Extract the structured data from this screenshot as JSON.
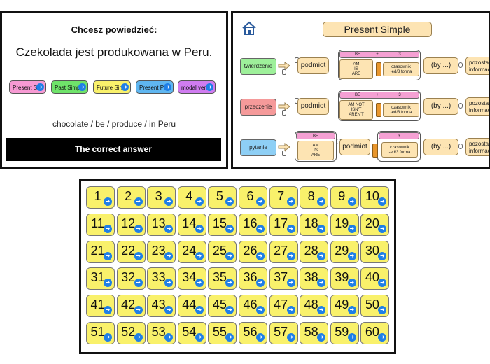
{
  "left_panel": {
    "prompt": "Chcesz powiedzieć:",
    "sentence": "Czekolada jest produkowana w Peru.",
    "tenses": [
      {
        "label": "Present Sim",
        "color": "#f79ad3"
      },
      {
        "label": "Past Simp",
        "color": "#6fe36a"
      },
      {
        "label": "Future Simp",
        "color": "#f9f16b"
      },
      {
        "label": "Present Perf",
        "color": "#5fb6f0"
      },
      {
        "label": "modal ver",
        "color": "#d07cf0"
      }
    ],
    "words": "chocolate / be / produce / in Peru",
    "answer_button": "The correct answer"
  },
  "right_panel": {
    "title": "Present Simple",
    "rows": [
      {
        "label": "twierdzenie",
        "label_color": "#9ef09a",
        "subject": "podmiot",
        "be_header": "BE",
        "plus": "+",
        "three": "3",
        "be_forms": [
          "AM",
          "IS",
          "ARE"
        ],
        "verb": [
          "czasownik",
          "-ed/3 forma"
        ],
        "by": "(by ...)",
        "rest": [
          "pozosta",
          "informac"
        ]
      },
      {
        "label": "przeczenie",
        "label_color": "#f59a9a",
        "subject": "podmiot",
        "be_header": "BE",
        "plus": "+",
        "three": "3",
        "be_forms": [
          "AM NOT",
          "ISN'T",
          "AREN'T"
        ],
        "verb": [
          "czasownik",
          "-ed/3 forma"
        ],
        "by": "(by ...)",
        "rest": [
          "pozosta",
          "informac"
        ]
      },
      {
        "label": "pytanie",
        "label_color": "#8ecff5",
        "be_header": "BE",
        "be_forms": [
          "AM",
          "IS",
          "ARE"
        ],
        "subject": "podmiot",
        "three": "3",
        "verb": [
          "czasownik",
          "-ed/3 forma"
        ],
        "by": "(by ...)",
        "rest": [
          "pozosta",
          "informac"
        ]
      }
    ]
  },
  "grid": {
    "numbers": [
      "1",
      "2",
      "3",
      "4",
      "5",
      "6",
      "7",
      "8",
      "9",
      "10",
      "11",
      "12",
      "13",
      "14",
      "15",
      "16",
      "17",
      "18",
      "19",
      "20",
      "21",
      "22",
      "23",
      "24",
      "25",
      "26",
      "27",
      "28",
      "29",
      "30",
      "31",
      "32",
      "33",
      "34",
      "35",
      "36",
      "37",
      "38",
      "39",
      "40",
      "41",
      "42",
      "43",
      "44",
      "45",
      "46",
      "47",
      "48",
      "49",
      "50",
      "51",
      "52",
      "53",
      "54",
      "55",
      "56",
      "57",
      "58",
      "59",
      "60"
    ],
    "tile_color": "#f9f16b"
  },
  "icons": {
    "home": "home-icon",
    "link": "link-arrow-icon"
  }
}
